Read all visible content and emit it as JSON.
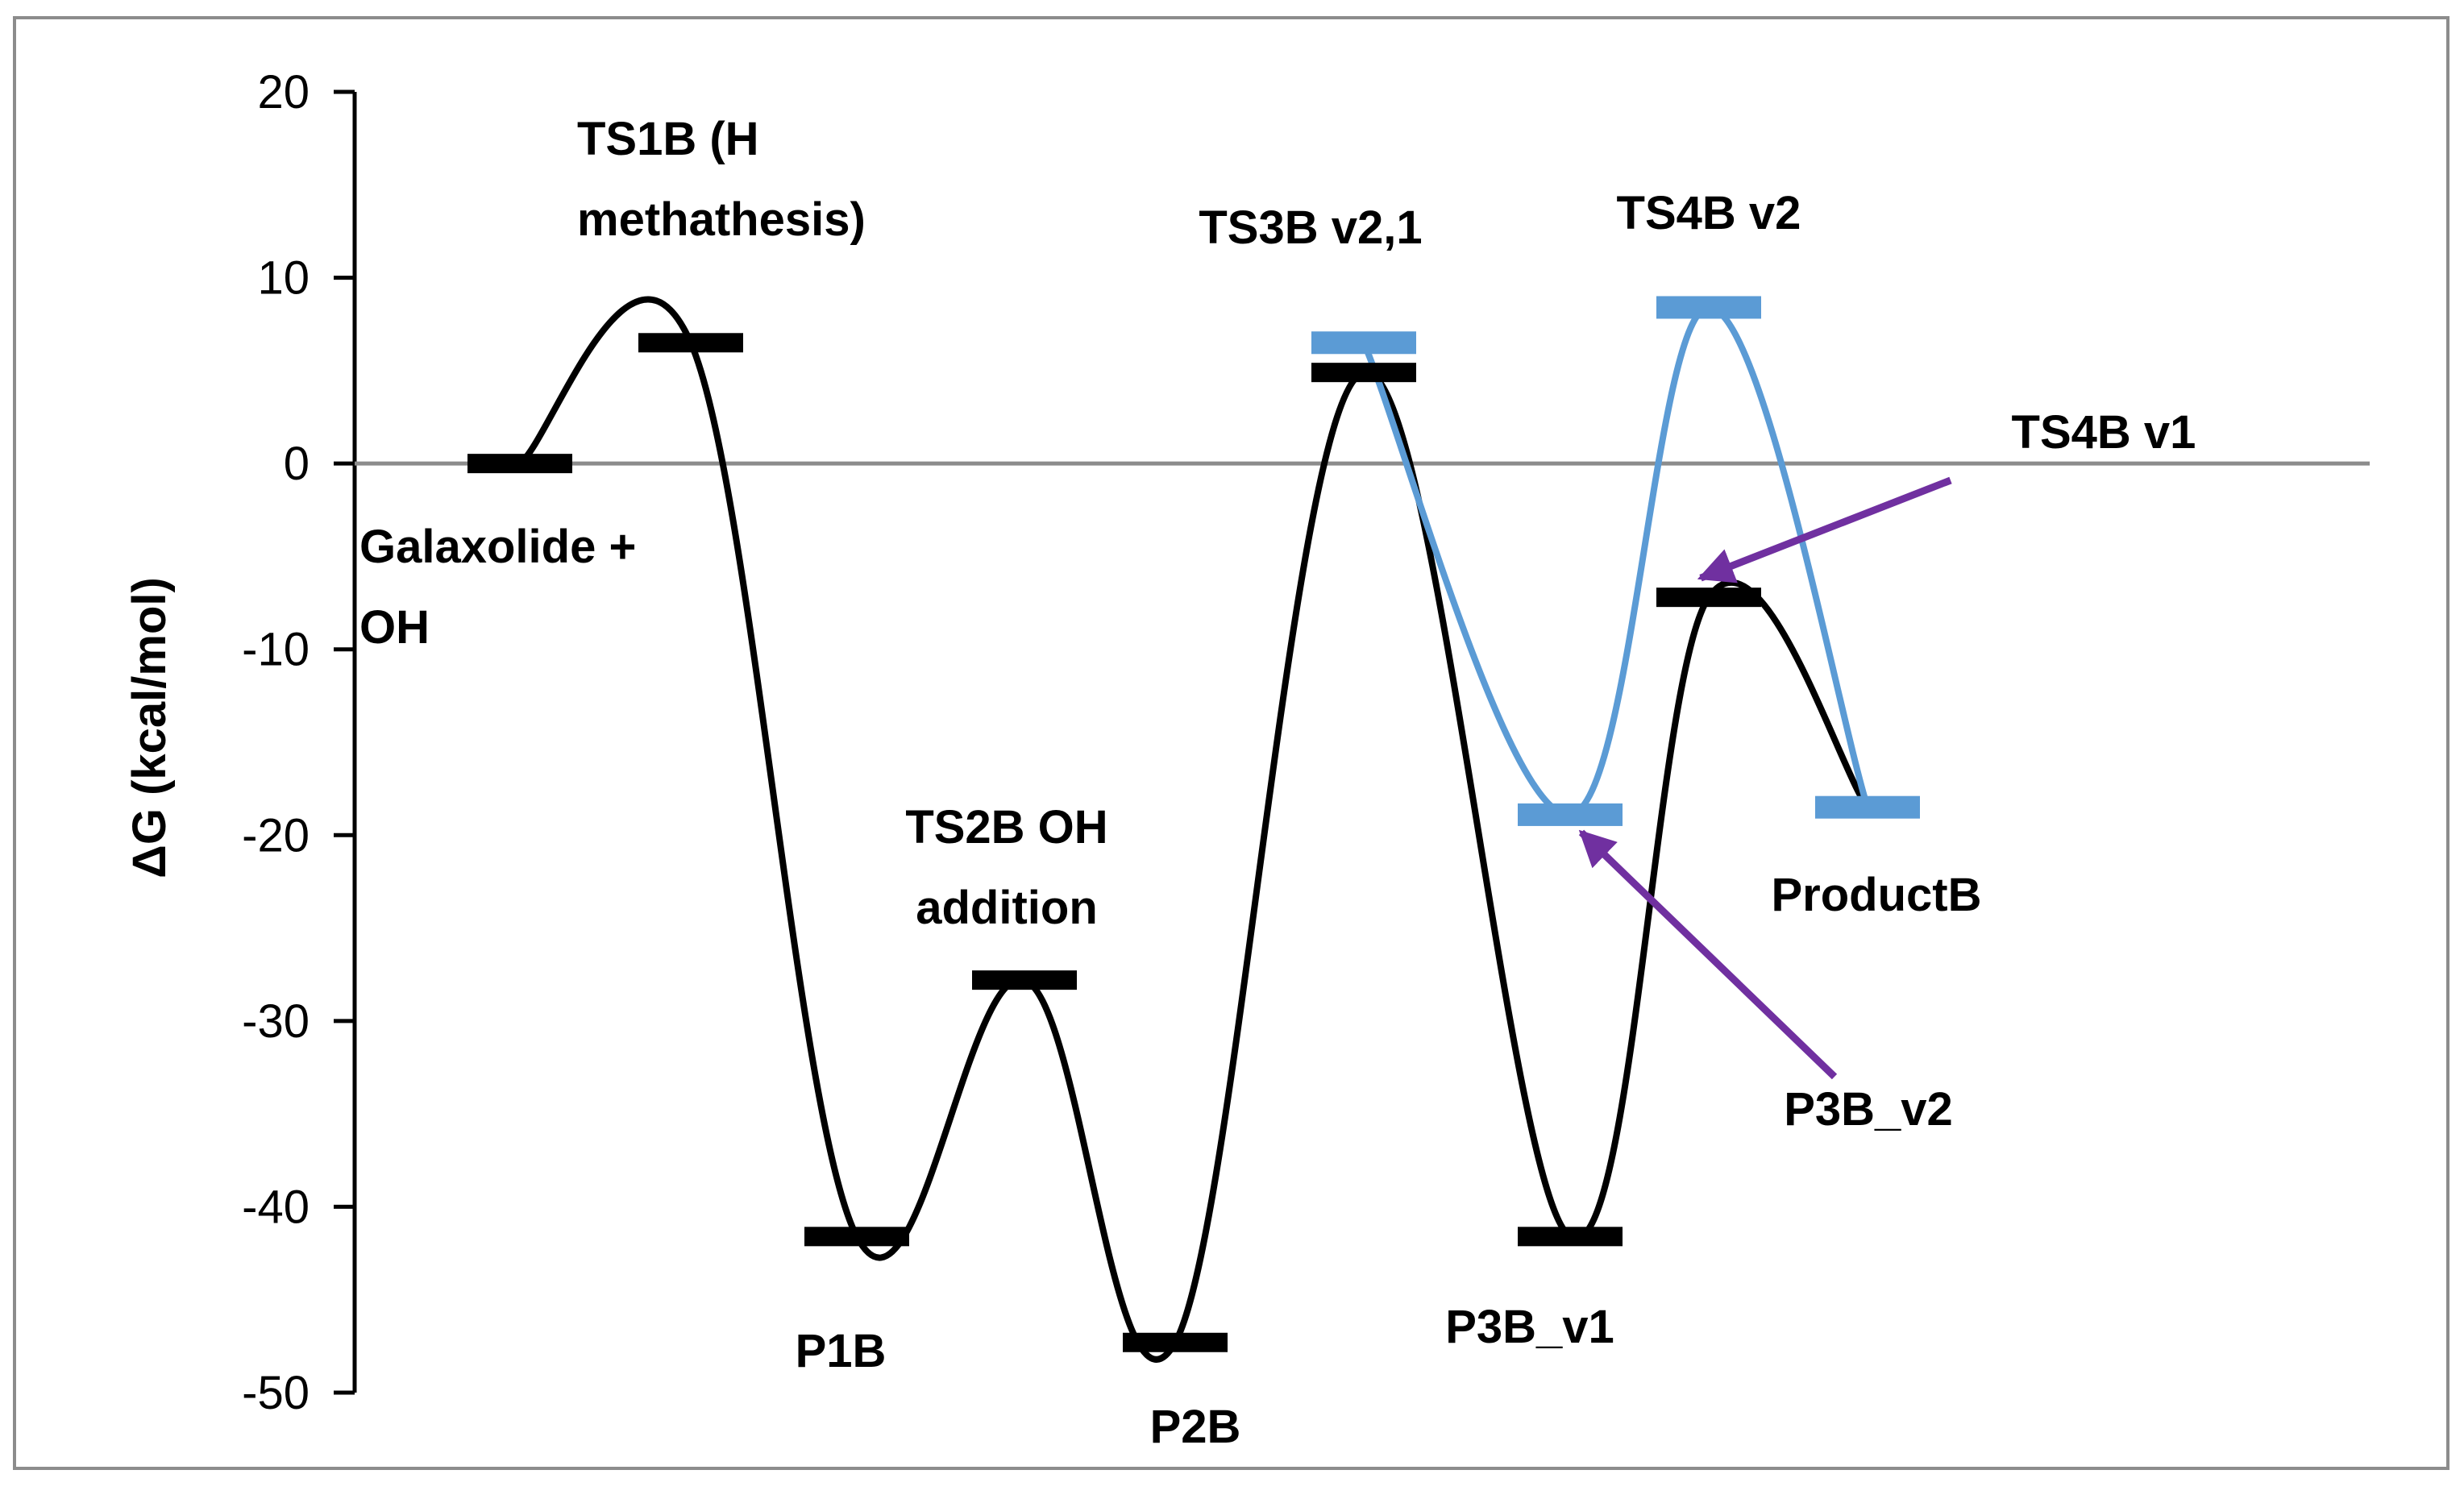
{
  "chart_data": {
    "type": "line",
    "title": "",
    "xlabel": "",
    "ylabel": "ΔG (kcal/mol)",
    "ylim": [
      -50,
      20
    ],
    "yticks": [
      20,
      10,
      0,
      -10,
      -20,
      -30,
      -40,
      -50
    ],
    "grid": false,
    "zero_line": true,
    "legend": "none",
    "colors": {
      "pathway_v1": "#000000",
      "pathway_v2": "#5b9bd5",
      "arrow": "#7030a0"
    },
    "states": [
      {
        "id": "reactant",
        "label_lines": [
          "Galaxolide  +",
          "OH"
        ],
        "dg": 0
      },
      {
        "id": "ts1b",
        "label_lines": [
          "TS1B (H",
          "methathesis)"
        ],
        "dg": 6.5
      },
      {
        "id": "p1b",
        "label_lines": [
          "P1B"
        ],
        "dg": -41.6
      },
      {
        "id": "ts2b",
        "label_lines": [
          "TS2B OH",
          "addition"
        ],
        "dg": -27.8
      },
      {
        "id": "p2b",
        "label_lines": [
          "P2B"
        ],
        "dg": -47.3
      },
      {
        "id": "ts3b",
        "label_lines": [
          "TS3B v2,1"
        ],
        "dg": 4.9,
        "dg_v2": 6.5
      },
      {
        "id": "p3b",
        "label_lines": [
          "P3B_v1"
        ],
        "dg": -41.6,
        "dg_v2": -18.9
      },
      {
        "id": "ts4b",
        "label_lines": [
          "TS4B v2"
        ],
        "dg": -7.2,
        "dg_v2": 8.4
      },
      {
        "id": "product",
        "label_lines": [
          "ProductB"
        ],
        "dg": -18.5,
        "dg_v2": -18.5
      }
    ],
    "annotations": [
      {
        "text": "TS4B v1",
        "points_to": "ts4b_v1"
      },
      {
        "text": "P3B_v2",
        "points_to": "p3b_v2"
      }
    ]
  }
}
